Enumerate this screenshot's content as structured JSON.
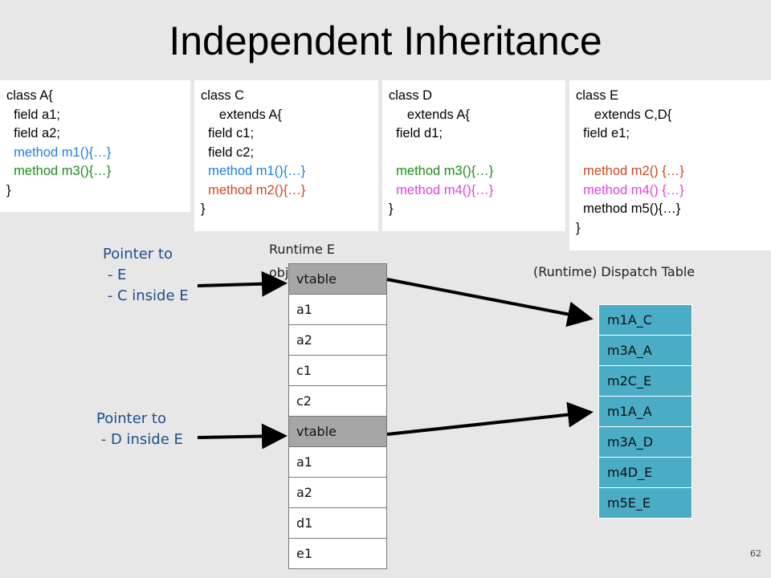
{
  "title": "Independent Inheritance",
  "code_boxes": [
    {
      "name": "class-a",
      "lines": [
        {
          "text": "class A{",
          "color": "black"
        },
        {
          "text": "  field a1;",
          "color": "black"
        },
        {
          "text": "  field a2;",
          "color": "black"
        },
        {
          "text": "  method m1(){…}",
          "color": "blue"
        },
        {
          "text": "  method m3(){…}",
          "color": "green"
        },
        {
          "text": "}",
          "color": "black"
        }
      ]
    },
    {
      "name": "class-c",
      "lines": [
        {
          "text": "class C",
          "color": "black"
        },
        {
          "text": "     extends A{",
          "color": "black"
        },
        {
          "text": "  field c1;",
          "color": "black"
        },
        {
          "text": "  field c2;",
          "color": "black"
        },
        {
          "text": "  method m1(){…}",
          "color": "blue"
        },
        {
          "text": "  method m2(){…}",
          "color": "red"
        },
        {
          "text": "}",
          "color": "black"
        }
      ]
    },
    {
      "name": "class-d",
      "lines": [
        {
          "text": "class D",
          "color": "black"
        },
        {
          "text": "     extends A{",
          "color": "black"
        },
        {
          "text": "  field d1;",
          "color": "black"
        },
        {
          "text": "",
          "color": "black"
        },
        {
          "text": "  method m3(){…}",
          "color": "green"
        },
        {
          "text": "  method m4(){…}",
          "color": "pink"
        },
        {
          "text": "}",
          "color": "black"
        }
      ]
    },
    {
      "name": "class-e",
      "lines": [
        {
          "text": "class E",
          "color": "black"
        },
        {
          "text": "     extends C,D{",
          "color": "black"
        },
        {
          "text": "  field e1;",
          "color": "black"
        },
        {
          "text": "",
          "color": "black"
        },
        {
          "text": "  method m2() {…}",
          "color": "red"
        },
        {
          "text": "  method m4() {…}",
          "color": "pink"
        },
        {
          "text": "  method m5(){…}",
          "color": "black"
        },
        {
          "text": "}",
          "color": "black"
        }
      ]
    }
  ],
  "pointer_e": "Pointer to\n - E\n - C inside E",
  "pointer_d": "Pointer to\n - D inside E",
  "runtime_object_label": "Runtime E\nobject",
  "dispatch_table_label": "(Runtime) Dispatch Table",
  "object_cells": [
    {
      "text": "vtable",
      "vtable": true
    },
    {
      "text": "a1",
      "vtable": false
    },
    {
      "text": "a2",
      "vtable": false
    },
    {
      "text": "c1",
      "vtable": false
    },
    {
      "text": "c2",
      "vtable": false
    },
    {
      "text": "vtable",
      "vtable": true
    },
    {
      "text": "a1",
      "vtable": false
    },
    {
      "text": "a2",
      "vtable": false
    },
    {
      "text": "d1",
      "vtable": false
    },
    {
      "text": "e1",
      "vtable": false
    }
  ],
  "dispatch_cells": [
    "m1A_C",
    "m3A_A",
    "m2C_E",
    "m1A_A",
    "m3A_D",
    "m4D_E",
    "m5E_E"
  ],
  "slide_number": "62",
  "colors": {
    "black": "#000000",
    "blue": "#1e7ce8",
    "green": "#1a8c1a",
    "red": "#d0451b",
    "pink": "#e040e0",
    "pointer_text": "#1f4e8c",
    "vtable_fill": "#a6a6a6",
    "dispatch_fill": "#4bacc6"
  }
}
